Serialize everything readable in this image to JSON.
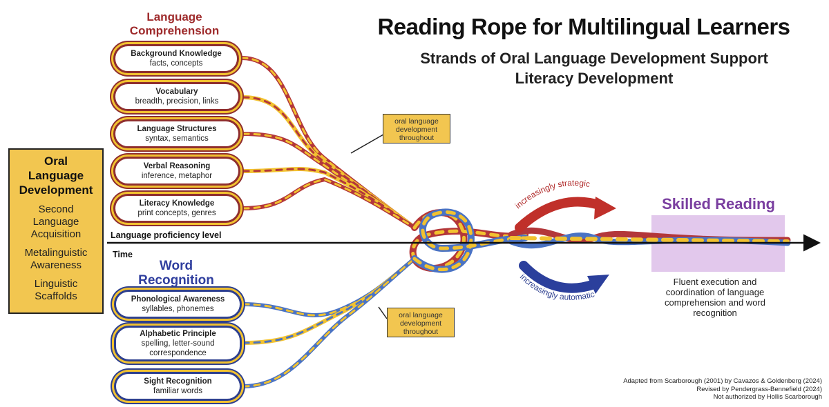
{
  "title": "Reading Rope for Multilingual Learners",
  "subtitle_line1": "Strands of Oral Language Development Support",
  "subtitle_line2": "Literacy Development",
  "language_comprehension": {
    "heading_line1": "Language",
    "heading_line2": "Comprehension",
    "strands": [
      {
        "title": "Background Knowledge",
        "detail": "facts, concepts"
      },
      {
        "title": "Vocabulary",
        "detail": "breadth, precision, links"
      },
      {
        "title": "Language Structures",
        "detail": "syntax, semantics"
      },
      {
        "title": "Verbal Reasoning",
        "detail": "inference, metaphor"
      },
      {
        "title": "Literacy Knowledge",
        "detail": "print concepts, genres"
      }
    ]
  },
  "word_recognition": {
    "heading_line1": "Word",
    "heading_line2": "Recognition",
    "strands": [
      {
        "title": "Phonological Awareness",
        "detail": "syllables, phonemes"
      },
      {
        "title": "Alphabetic Principle",
        "detail": "spelling, letter-sound",
        "detail2": "correspondence"
      },
      {
        "title": "Sight Recognition",
        "detail": "familiar words"
      }
    ]
  },
  "oral_language": {
    "heading_line1": "Oral",
    "heading_line2": "Language",
    "heading_line3": "Development",
    "items": [
      {
        "line1": "Second",
        "line2": "Language",
        "line3": "Acquisition"
      },
      {
        "line1": "Metalinguistic",
        "line2": "Awareness"
      },
      {
        "line1": "Linguistic",
        "line2": "Scaffolds"
      }
    ]
  },
  "callouts": {
    "top": {
      "line1": "oral language",
      "line2": "development",
      "line3": "throughout"
    },
    "bottom": {
      "line1": "oral language",
      "line2": "development",
      "line3": "throughout"
    }
  },
  "axis": {
    "proficiency_label": "Language proficiency level",
    "time_label": "Time"
  },
  "arrows": {
    "strategic_label": "increasingly strategic",
    "automatic_label": "increasingly automatic"
  },
  "skilled_reading": {
    "title": "Skilled Reading",
    "desc_line1": "Fluent execution and",
    "desc_line2": "coordination of language",
    "desc_line3": "comprehension and word",
    "desc_line4": "recognition"
  },
  "credits": {
    "line1": "Adapted from Scarborough (2001) by Cavazos & Goldenberg (2024)",
    "line2": "Revised by Pendergrass-Bennefield (2024)",
    "line3": "Not authorized by Hollis Scarborough"
  },
  "colors": {
    "red_strand": "#b3373a",
    "blue_strand": "#4a73c4",
    "gold_strand": "#f2c230",
    "callout_fill": "#f2c650",
    "skilled_highlight": "#e2c8ec"
  }
}
